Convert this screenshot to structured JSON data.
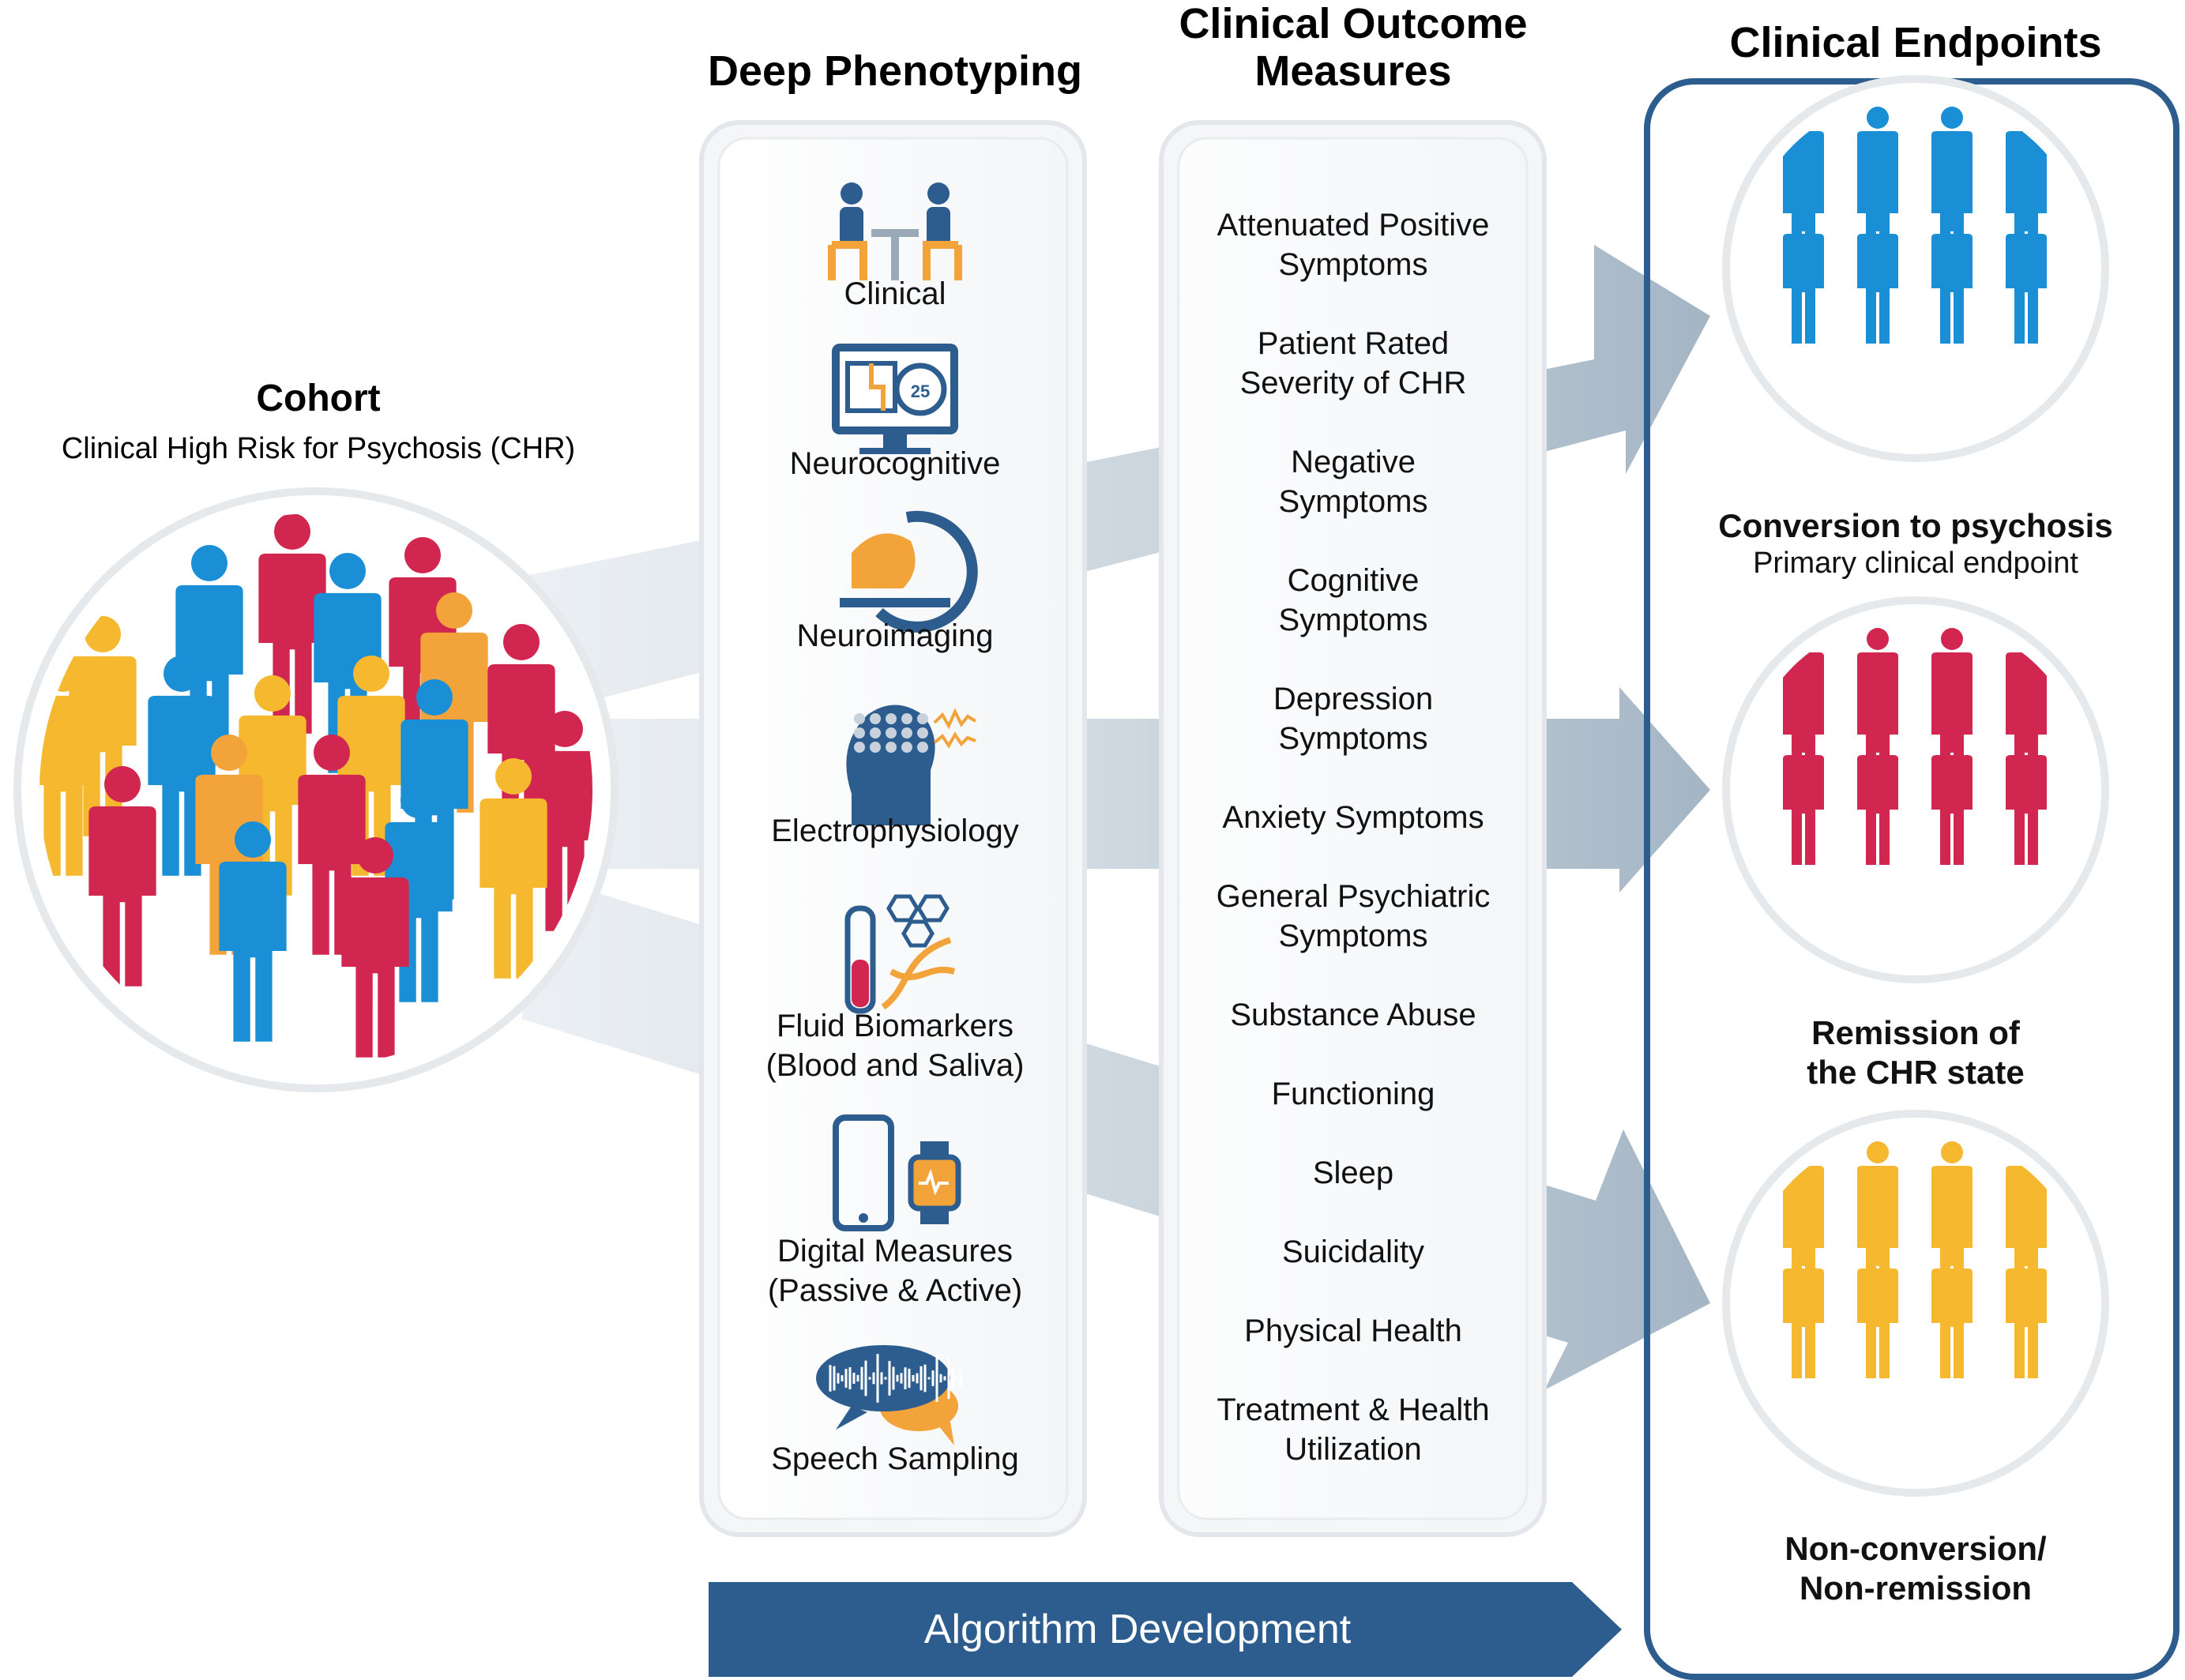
{
  "cohort": {
    "title": "Cohort",
    "subtitle": "Clinical High Risk for Psychosis (CHR)"
  },
  "columns": {
    "deep_phenotyping": "Deep Phenotyping",
    "outcome_measures_line1": "Clinical Outcome",
    "outcome_measures_line2": "Measures",
    "endpoints": "Clinical Endpoints"
  },
  "phenotyping_items": [
    {
      "icon": "interview-icon",
      "label": [
        "Clinical"
      ]
    },
    {
      "icon": "cognitive-monitor-icon",
      "label": [
        "Neurocognitive"
      ]
    },
    {
      "icon": "mri-scanner-icon",
      "label": [
        "Neuroimaging"
      ]
    },
    {
      "icon": "eeg-head-icon",
      "label": [
        "Electrophysiology"
      ]
    },
    {
      "icon": "test-tube-dna-icon",
      "label": [
        "Fluid Biomarkers",
        "(Blood and Saliva)"
      ]
    },
    {
      "icon": "phone-watch-icon",
      "label": [
        "Digital Measures",
        "(Passive & Active)"
      ]
    },
    {
      "icon": "speech-bubble-icon",
      "label": [
        "Speech Sampling"
      ]
    }
  ],
  "outcome_items": [
    [
      "Attenuated Positive",
      "Symptoms"
    ],
    [
      "Patient Rated",
      "Severity of CHR"
    ],
    [
      "Negative",
      "Symptoms"
    ],
    [
      "Cognitive",
      "Symptoms"
    ],
    [
      "Depression",
      "Symptoms"
    ],
    [
      "Anxiety Symptoms"
    ],
    [
      "General Psychiatric",
      "Symptoms"
    ],
    [
      "Substance Abuse"
    ],
    [
      "Functioning"
    ],
    [
      "Sleep"
    ],
    [
      "Suicidality"
    ],
    [
      "Physical Health"
    ],
    [
      "Treatment & Health",
      "Utilization"
    ]
  ],
  "endpoints": [
    {
      "title": [
        "Conversion to psychosis"
      ],
      "subtitle": "Primary clinical endpoint",
      "color": "#1a8fd6"
    },
    {
      "title": [
        "Remission of",
        "the CHR state"
      ],
      "subtitle": "",
      "color": "#d0264f"
    },
    {
      "title": [
        "Non-conversion/",
        "Non-remission"
      ],
      "subtitle": "",
      "color": "#f6b82e"
    }
  ],
  "algorithm": "Algorithm Development",
  "colors": {
    "navy": "#2d5d8e",
    "arrow": "#a7b8c7",
    "blue": "#1a8fd6",
    "red": "#d0264f",
    "yellow": "#f6b82e",
    "orange": "#f2a33a"
  }
}
